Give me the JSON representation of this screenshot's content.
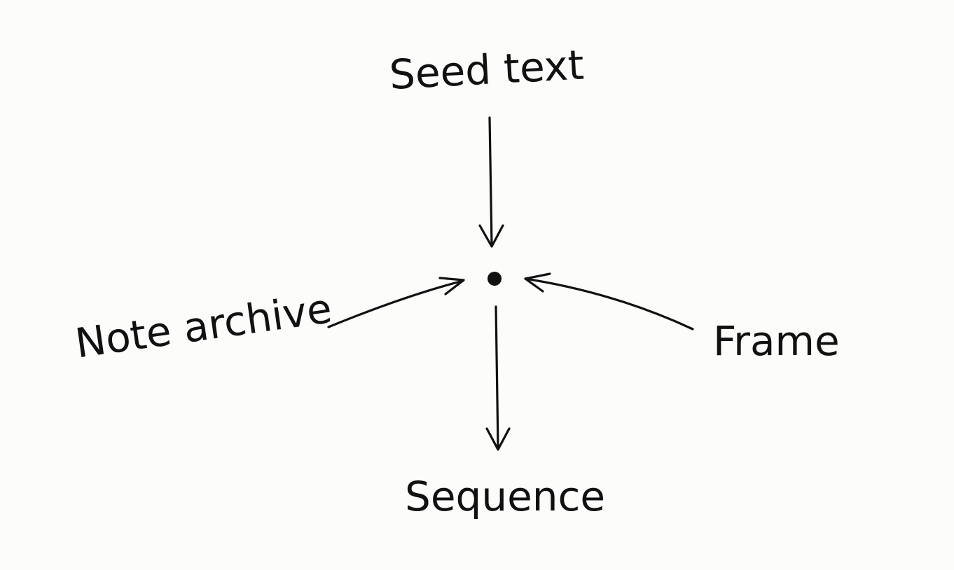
{
  "nodes": {
    "top": "Seed text",
    "left": "Note archive",
    "right": "Frame",
    "bottom": "Sequence"
  },
  "colors": {
    "ink": "#111111",
    "background": "#fcfcfb"
  }
}
